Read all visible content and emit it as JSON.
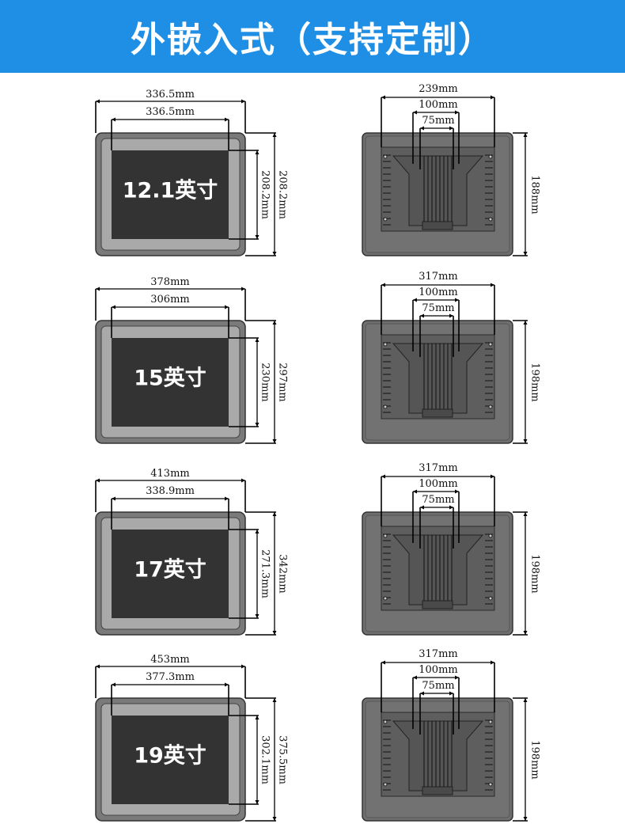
{
  "header": {
    "title": "外嵌入式（支持定制）"
  },
  "colors": {
    "banner": "#1f8fe6",
    "frame": "#7a7a7a",
    "screen": "#333333",
    "back_panel": "#6f6f6f"
  },
  "models": [
    {
      "size": "12.1英寸",
      "front": {
        "outer_width": "336.5mm",
        "inner_width": "336.5mm",
        "inner_height": "208.2mm",
        "outer_height": "208.2mm"
      },
      "back": {
        "width": "239mm",
        "vesa_large": "100mm",
        "vesa_small": "75mm",
        "height": "188mm"
      }
    },
    {
      "size": "15英寸",
      "front": {
        "outer_width": "378mm",
        "inner_width": "306mm",
        "inner_height": "230mm",
        "outer_height": "297mm"
      },
      "back": {
        "width": "317mm",
        "vesa_large": "100mm",
        "vesa_small": "75mm",
        "height": "198mm"
      }
    },
    {
      "size": "17英寸",
      "front": {
        "outer_width": "413mm",
        "inner_width": "338.9mm",
        "inner_height": "271.3mm",
        "outer_height": "342mm"
      },
      "back": {
        "width": "317mm",
        "vesa_large": "100mm",
        "vesa_small": "75mm",
        "height": "198mm"
      }
    },
    {
      "size": "19英寸",
      "front": {
        "outer_width": "453mm",
        "inner_width": "377.3mm",
        "inner_height": "302.1mm",
        "outer_height": "375.5mm"
      },
      "back": {
        "width": "317mm",
        "vesa_large": "100mm",
        "vesa_small": "75mm",
        "height": "198mm"
      }
    }
  ]
}
